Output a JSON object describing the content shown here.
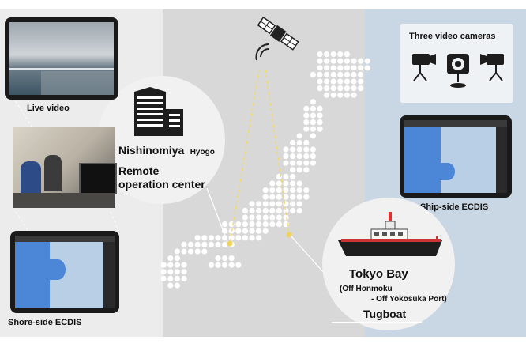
{
  "labels": {
    "live_video": "Live video",
    "location_city": "Nishinomiya",
    "location_pref": "Hyogo",
    "remote_line1": "Remote",
    "remote_line2": "operation center",
    "shore_ecdis": "Shore-side ECDIS",
    "cameras_title": "Three video cameras",
    "ship_ecdis": "Ship-side ECDIS",
    "bay_title": "Tokyo Bay",
    "route_line1": "(Off Honmoku",
    "route_line2": "- Off Yokosuka Port)",
    "tugboat": "Tugboat"
  },
  "icons": {
    "satellite": "satellite-icon",
    "building": "building-icon",
    "camera": "video-camera-icon",
    "tugboat": "tugboat-icon"
  },
  "colors": {
    "left_panel": "#ececec",
    "middle_panel": "#d8d8d8",
    "right_panel": "#c9d7e4",
    "link_line": "#f2d96a",
    "map_dot": "#ffffff",
    "location_marker": "#f1d25a",
    "ecdis_water": "#b9cfe6",
    "ecdis_land": "#4c86d6"
  }
}
